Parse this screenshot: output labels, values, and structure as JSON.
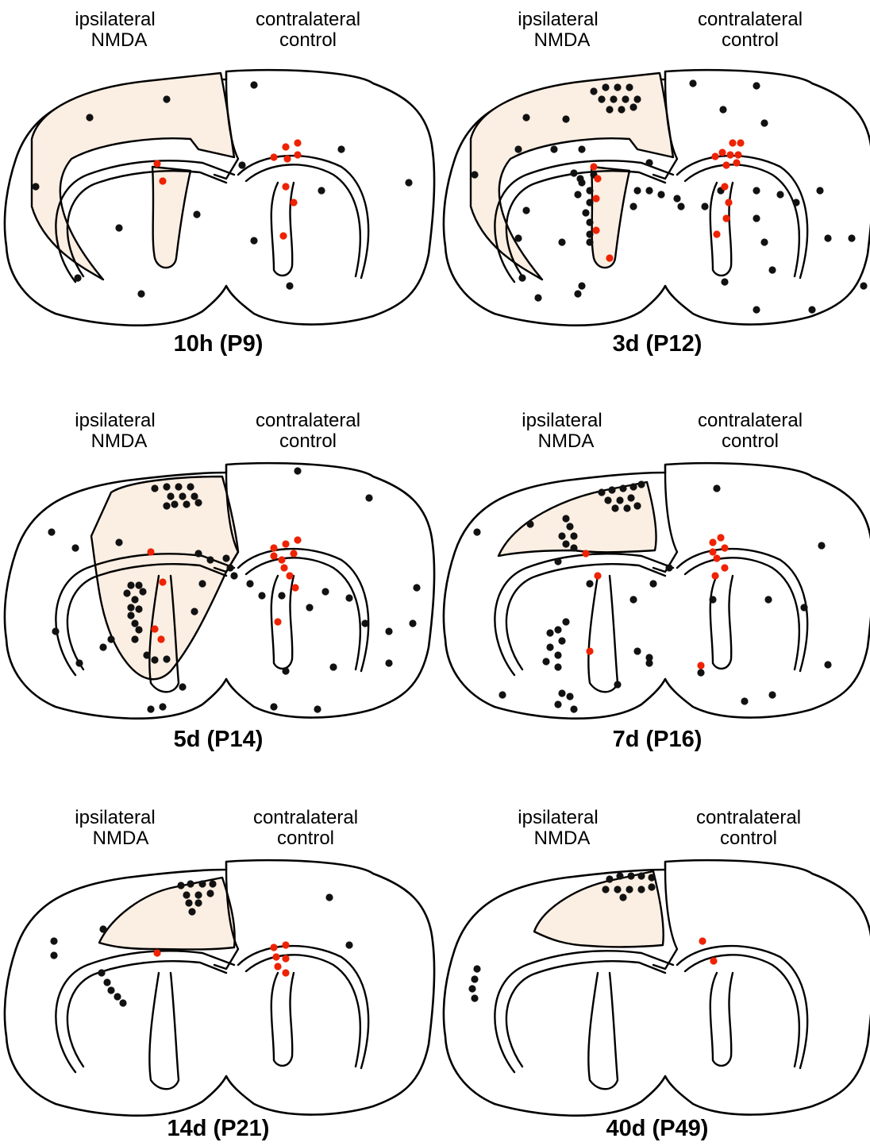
{
  "colors": {
    "black_cell": "#111111",
    "red_cell": "#ee2200",
    "lesion_fill": "#fbeee2"
  },
  "panels": [
    {
      "id": "p1",
      "ipsi_line1": "ipsilateral",
      "ipsi_line2": "NMDA",
      "contra_line1": "contralateral",
      "contra_line2": "control",
      "caption": "10h (P9)",
      "lesion": "large"
    },
    {
      "id": "p2",
      "ipsi_line1": "ipsilateral",
      "ipsi_line2": "NMDA",
      "contra_line1": "contralateral",
      "contra_line2": "control",
      "caption": "3d (P12)",
      "lesion": "large"
    },
    {
      "id": "p3",
      "ipsi_line1": "ipsilateral",
      "ipsi_line2": "NMDA",
      "contra_line1": "contralateral",
      "contra_line2": "control",
      "caption": "5d (P14)",
      "lesion": "medium"
    },
    {
      "id": "p4",
      "ipsi_line1": "ipsilateral",
      "ipsi_line2": "NMDA",
      "contra_line1": "contralateral",
      "contra_line2": "control",
      "caption": "7d (P16)",
      "lesion": "small"
    },
    {
      "id": "p5",
      "ipsi_line1": "ipsilateral",
      "ipsi_line2": "NMDA",
      "contra_line1": "contralateral",
      "contra_line2": "control",
      "caption": "14d (P21)",
      "lesion": "small"
    },
    {
      "id": "p6",
      "ipsi_line1": "ipsilateral",
      "ipsi_line2": "NMDA",
      "contra_line1": "contralateral",
      "contra_line2": "control",
      "caption": "40d (P49)",
      "lesion": "small"
    }
  ]
}
